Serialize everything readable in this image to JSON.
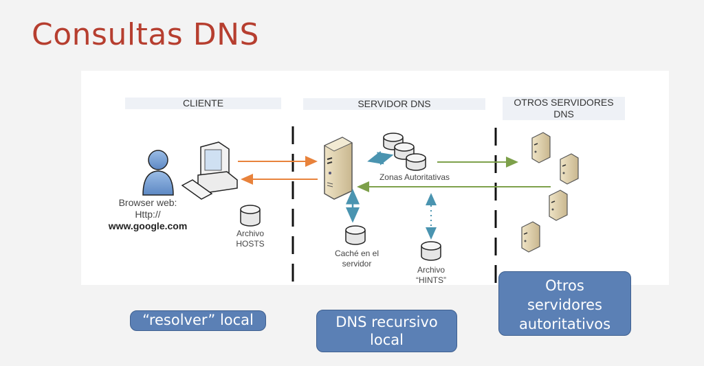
{
  "slide": {
    "title": "Consultas DNS"
  },
  "diagram": {
    "columns": [
      {
        "header": "CLIENTE"
      },
      {
        "header": "SERVIDOR DNS"
      },
      {
        "header_line1": "OTROS SERVIDORES",
        "header_line2": "DNS"
      }
    ],
    "client": {
      "browser_line1": "Browser web:",
      "browser_line2": "Http://",
      "browser_url": "www.google.com",
      "hosts_line1": "Archivo",
      "hosts_line2": "HOSTS"
    },
    "server": {
      "zones_label": "Zonas Autoritativas",
      "cache_line1": "Caché en el",
      "cache_line2": "servidor",
      "hints_line1": "Archivo",
      "hints_line2": "“HINTS”"
    },
    "colors": {
      "query_arrow": "#e8823b",
      "recursive_arrow": "#7da04a",
      "local_arrow": "#4a94b0",
      "box_fill": "#5b80b5",
      "title": "#b63e2f"
    }
  },
  "callouts": {
    "resolver": "“resolver” local",
    "recursive_line1": "DNS recursivo",
    "recursive_line2": "local",
    "authoritative_line1": "Otros",
    "authoritative_line2": "servidores",
    "authoritative_line3": "autoritativos"
  }
}
